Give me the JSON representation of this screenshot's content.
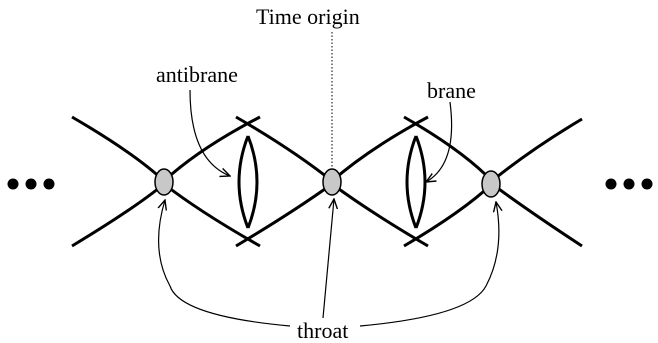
{
  "labels": {
    "time_origin": "Time origin",
    "antibrane": "antibrane",
    "brane": "brane",
    "throat": "throat"
  },
  "colors": {
    "stroke": "#000000",
    "throat_fill": "#c8c8c8",
    "background": "#ffffff"
  }
}
